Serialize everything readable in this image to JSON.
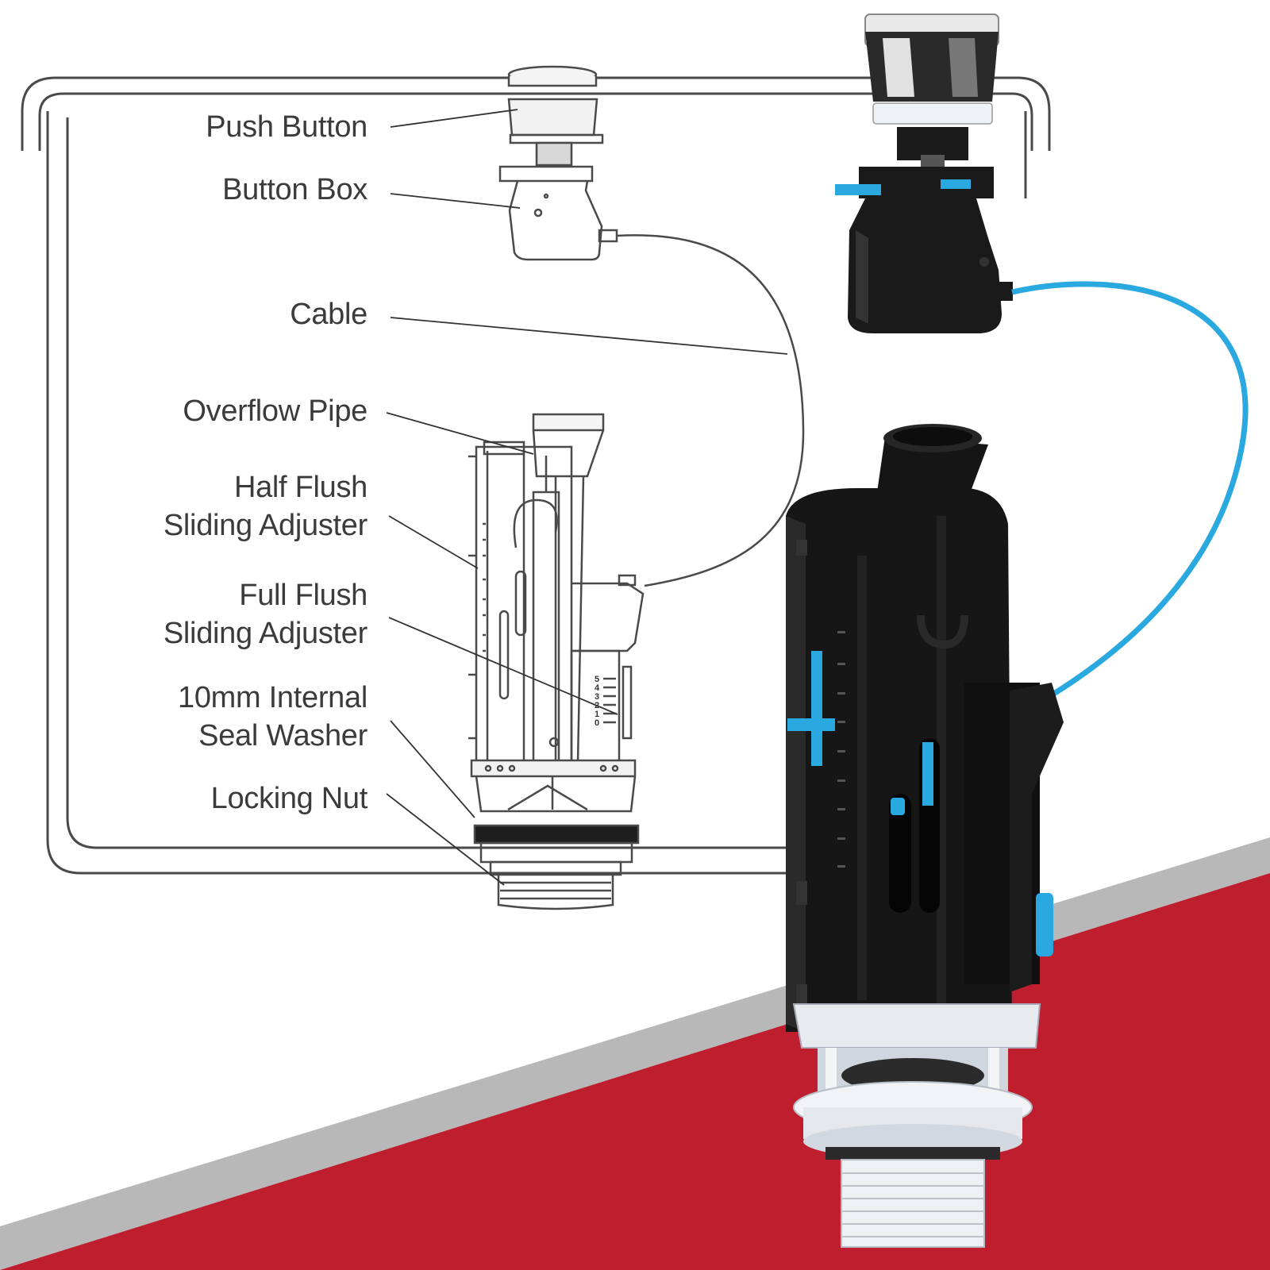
{
  "colors": {
    "background": "#ffffff",
    "banner_red": "#be1e2d",
    "banner_grey": "#b8b8b8",
    "accent_blue": "#2aa8e0",
    "product_black": "#161616",
    "line_art": "#4a4a4a",
    "label_text": "#3b3b3b"
  },
  "diagram": {
    "labels": {
      "push_button": [
        "Push Button"
      ],
      "button_box": [
        "Button Box"
      ],
      "cable": [
        "Cable"
      ],
      "overflow_pipe": [
        "Overflow Pipe"
      ],
      "half_flush_adjuster": [
        "Half Flush",
        "Sliding Adjuster"
      ],
      "full_flush_adjuster": [
        "Full Flush",
        "Sliding Adjuster"
      ],
      "seal_washer": [
        "10mm Internal",
        "Seal Washer"
      ],
      "locking_nut": [
        "Locking Nut"
      ]
    },
    "scale_numbers": [
      "5",
      "4",
      "3",
      "2",
      "1",
      "0"
    ]
  },
  "icons": {
    "cistern": "cistern-outline-icon",
    "push_button": "push-button-icon",
    "button_box": "button-box-icon",
    "flush_valve": "flush-valve-icon"
  }
}
